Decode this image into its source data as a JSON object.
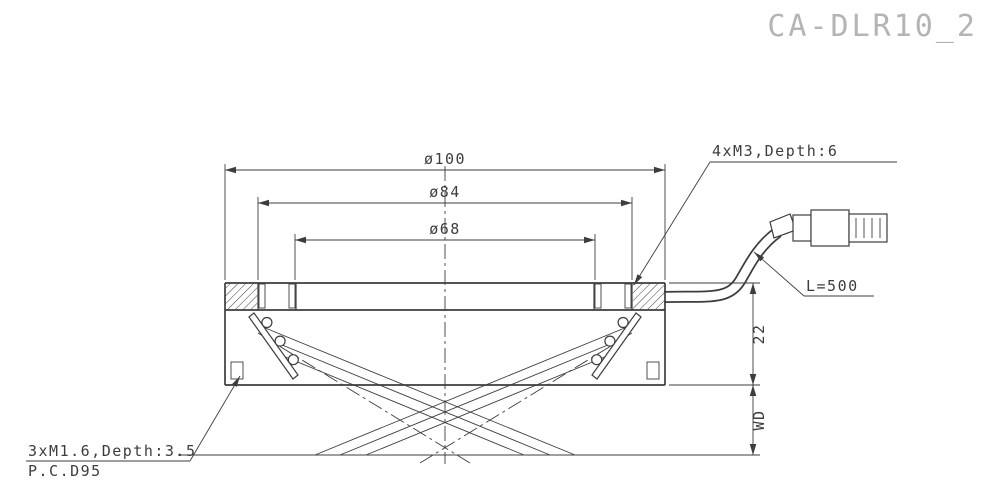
{
  "drawing": {
    "title": "CA-DLR10_2",
    "dimensions": {
      "outer_diameter": "ø100",
      "middle_diameter": "ø84",
      "inner_diameter": "ø68",
      "top_tap": "4xM3,Depth:6",
      "cable_length": "L=500",
      "height": "22",
      "working_distance": "WD",
      "bottom_tap": "3xM1.6,Depth:3.5",
      "pitch_circle_diameter": "P.C.D95"
    },
    "colors": {
      "line": "#3d3d3d",
      "title_text": "#b4b4b4",
      "background": "#ffffff"
    }
  }
}
